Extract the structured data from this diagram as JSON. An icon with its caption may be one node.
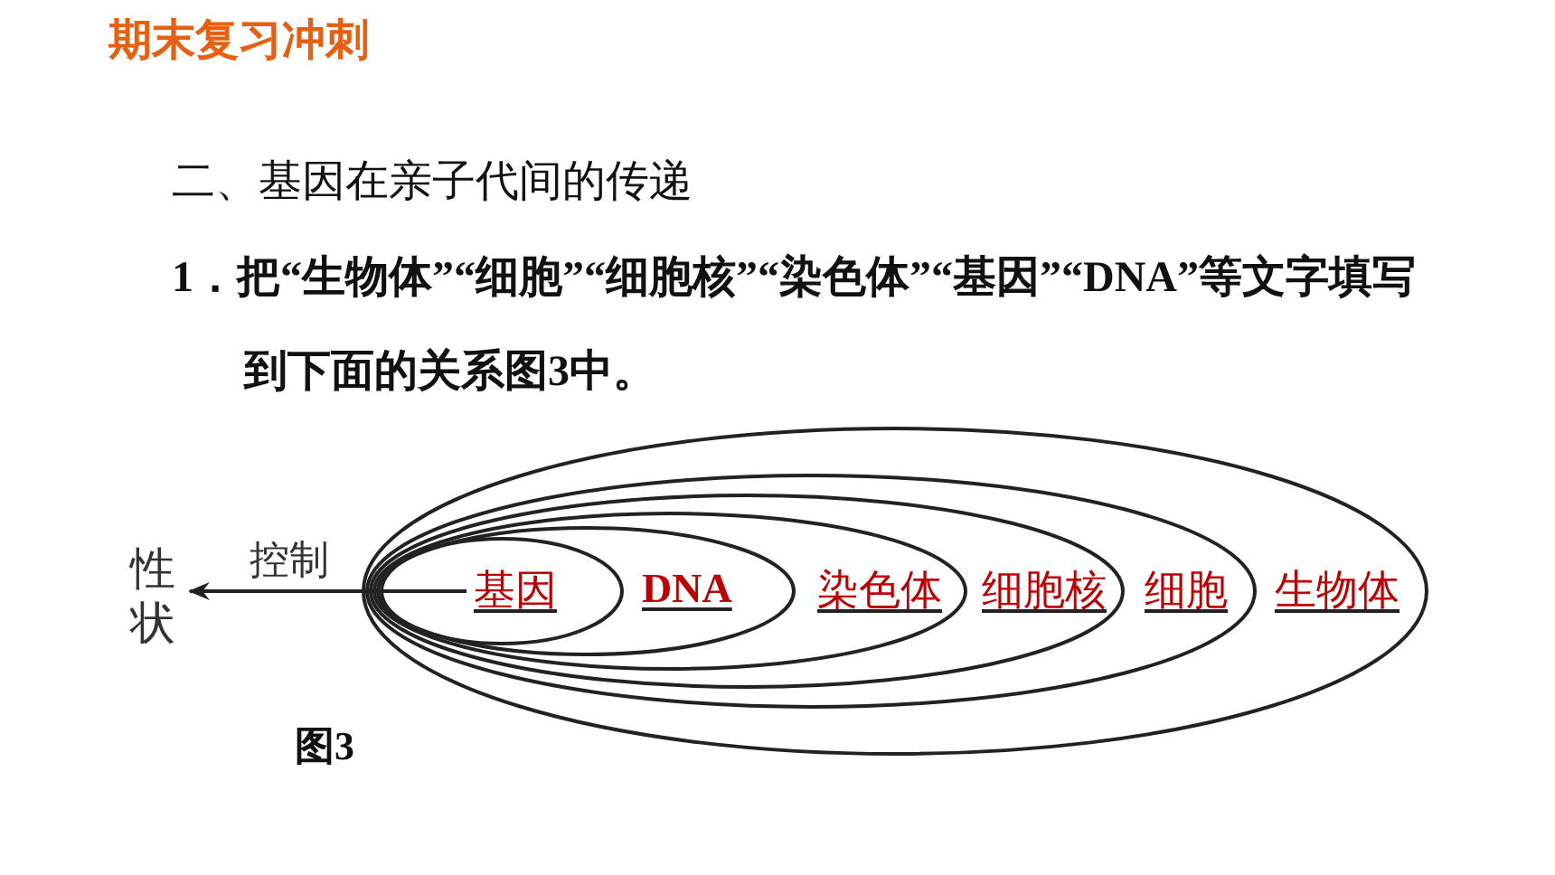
{
  "diagram": {
    "title": "期末复习冲刺",
    "nodes": [
      {
        "text": [
          "生物体"
        ]
      },
      {
        "text": [
          "细胞"
        ],
        "in": 0
      },
      {
        "text": [
          "细胞核"
        ],
        "in": 1
      },
      {
        "text": [
          "染色体"
        ],
        "in": 2
      },
      {
        "text": [
          "DNA"
        ],
        "in": 3
      },
      {
        "text": [
          "基因"
        ],
        "in": 4
      },
      {
        "text": [
          "性状"
        ]
      }
    ],
    "edges": [
      {
        "from": 5,
        "to": 6,
        "arrow": "to",
        "label": "控制"
      }
    ],
    "labels": [
      "二、基因在亲子代间的传递",
      "1．把“生物体”“细胞”“细胞核”“染色体”“基因”“DNA”等文字填写到下面的关系图3中。",
      "图3"
    ]
  }
}
